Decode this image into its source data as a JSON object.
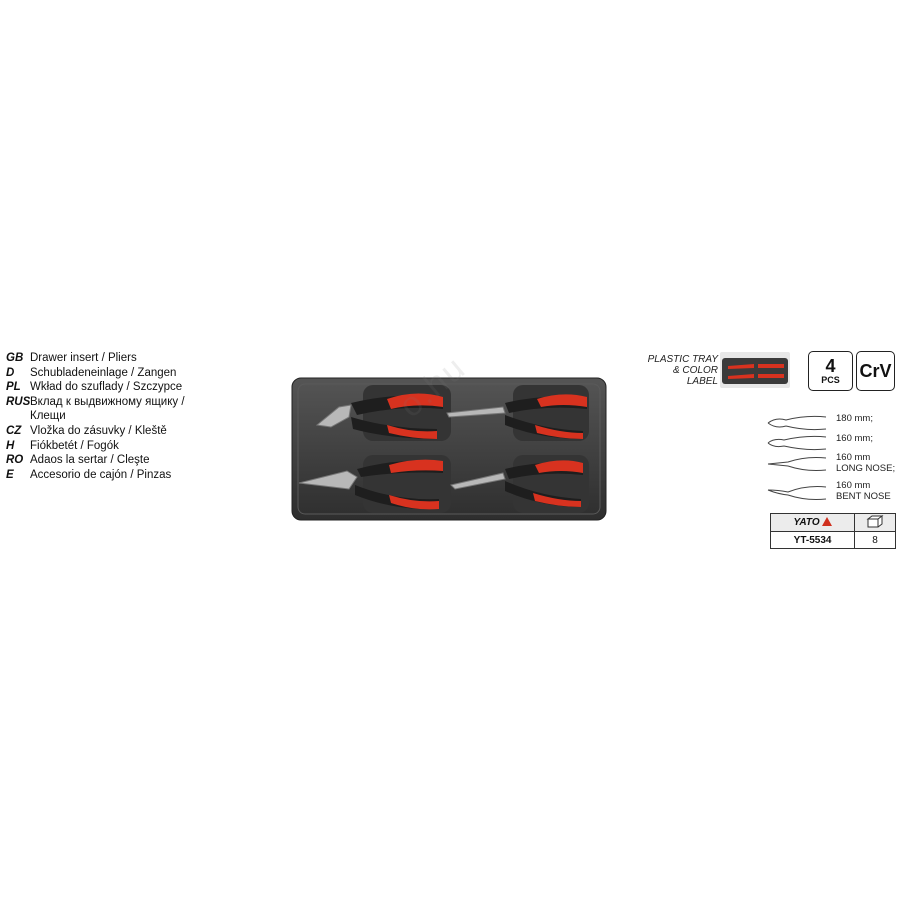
{
  "languages": [
    {
      "code": "GB",
      "text": "Drawer insert / Pliers"
    },
    {
      "code": "D",
      "text": "Schubladeneinlage / Zangen"
    },
    {
      "code": "PL",
      "text": "Wkład do szuflady / Szczypce"
    },
    {
      "code": "RUS",
      "text": "Вклад к выдвижному ящику /"
    },
    {
      "code": "",
      "text": "Клещи"
    },
    {
      "code": "CZ",
      "text": "Vložka do zásuvky / Kleště"
    },
    {
      "code": "H",
      "text": "Fiókbetét / Fogók"
    },
    {
      "code": "RO",
      "text": "Adaos la sertar / Cleşte"
    },
    {
      "code": "E",
      "text": "Accesorio de cajón / Pinzas"
    }
  ],
  "watermark": "o.hu",
  "plastic_tray": {
    "line1": "PLASTIC TRAY",
    "line2": "& COLOR LABEL"
  },
  "pieces": {
    "count": "4",
    "unit": "PCS"
  },
  "material": "CrV",
  "specs": [
    {
      "size": "180 mm;",
      "name": ""
    },
    {
      "size": "160 mm;",
      "name": ""
    },
    {
      "size": "160 mm",
      "name": "LONG NOSE;"
    },
    {
      "size": "160 mm",
      "name": "BENT NOSE"
    }
  ],
  "table": {
    "brand": "YATO",
    "code": "YT-5534",
    "qty": "8",
    "qty_icon": "box-icon"
  },
  "colors": {
    "handle_red": "#d8321f",
    "handle_black": "#1e1e1e",
    "tray": "#3f3f3f"
  }
}
